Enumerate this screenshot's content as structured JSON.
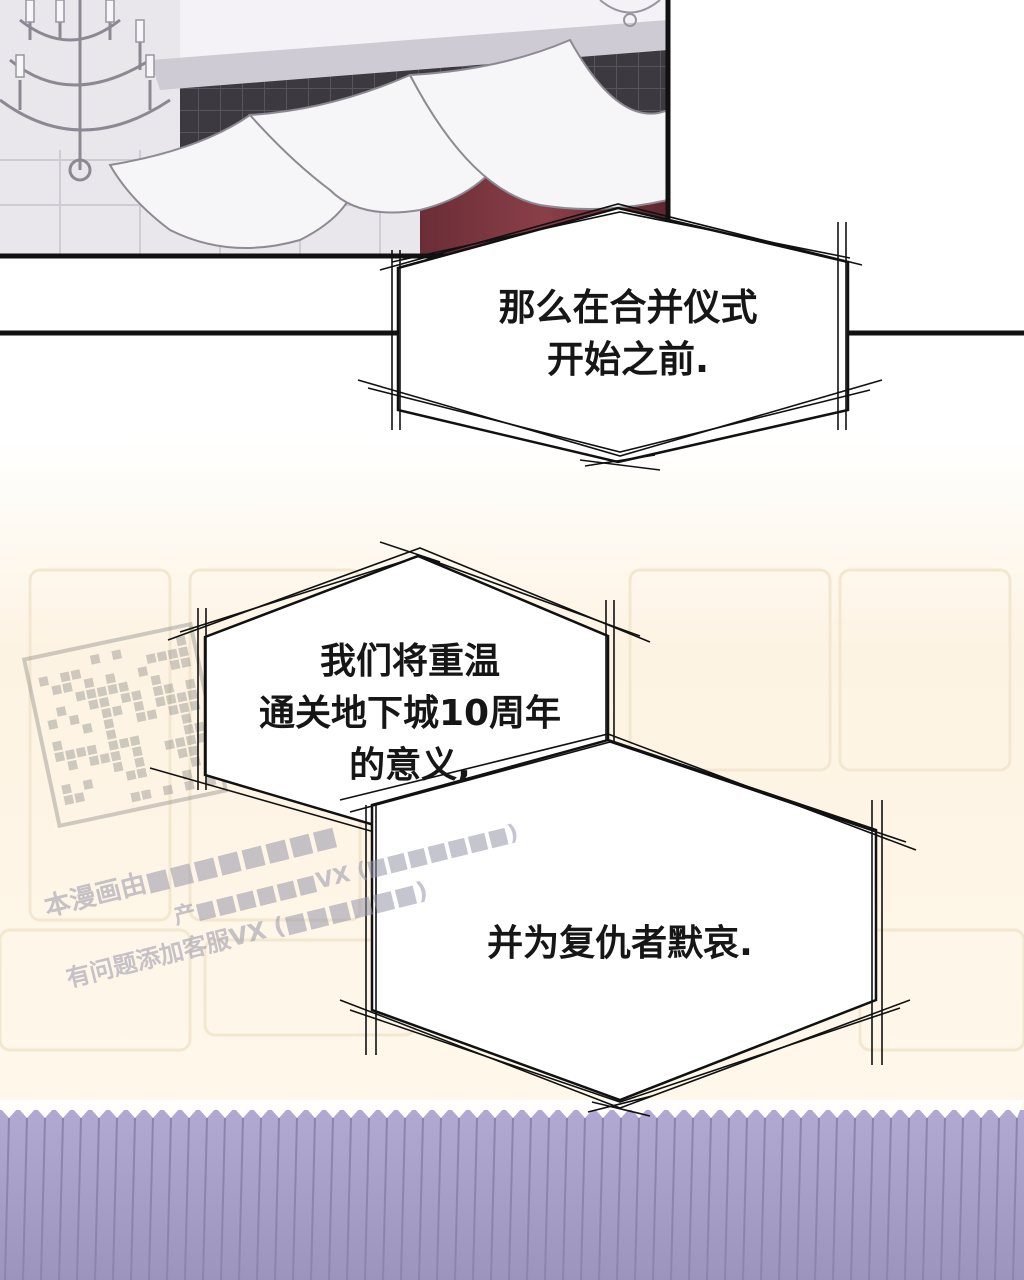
{
  "panels": [
    {
      "name": "ballroom-panel",
      "description_visible_only": true
    }
  ],
  "bubbles": [
    {
      "id": "bubble-1",
      "lines": [
        "那么在合并仪式",
        "开始之前."
      ]
    },
    {
      "id": "bubble-2",
      "lines": [
        "我们将重温",
        "通关地下城10周年",
        "的意义,"
      ]
    },
    {
      "id": "bubble-3",
      "lines": [
        "并为复仇者默哀."
      ]
    }
  ],
  "watermark": {
    "lines": [
      "本漫画由■■■■■■■■",
      "产■■■■■■VX (■■■■■■■)",
      "有问题添加客服VX (■■■■■■)"
    ]
  },
  "colors": {
    "frame": "#111111",
    "glow": "#fbf1e0",
    "ruffle": "#a39bc2",
    "wall": "#fffaf0"
  }
}
